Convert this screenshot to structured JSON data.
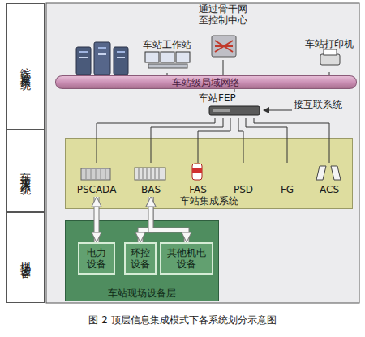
{
  "diagram": {
    "caption": "图 2 顶层信息集成模式下各系统划分示意图",
    "nodes": [
      {
        "text": [
          "综合监控系统"
        ]
      },
      {
        "text": [
          "车站接入系统"
        ]
      },
      {
        "text": [
          "现场设备"
        ]
      },
      {
        "text": [
          "通过骨干网至控制中心"
        ]
      },
      {
        "text": [
          "车站工作站"
        ]
      },
      {
        "text": [
          "车站打印机"
        ]
      },
      {
        "text": [
          "车站级局域网络"
        ]
      },
      {
        "text": [
          "车站FEP"
        ]
      },
      {
        "text": [
          "车站集成系统"
        ]
      },
      {
        "text": [
          "PSCADA"
        ],
        "in": 8
      },
      {
        "text": [
          "BAS"
        ],
        "in": 8
      },
      {
        "text": [
          "FAS"
        ],
        "in": 8
      },
      {
        "text": [
          "PSD"
        ],
        "in": 8
      },
      {
        "text": [
          "FG"
        ],
        "in": 8
      },
      {
        "text": [
          "ACS"
        ],
        "in": 8
      },
      {
        "text": [
          "车站现场设备层"
        ]
      },
      {
        "text": [
          "电力设备"
        ],
        "in": 15
      },
      {
        "text": [
          "环控设备"
        ],
        "in": 15
      },
      {
        "text": [
          "其他机电设备"
        ],
        "in": 15
      }
    ],
    "edges": [
      {
        "from": 3,
        "to": 6,
        "arrow": "none"
      },
      {
        "from": 4,
        "to": 6,
        "arrow": "none"
      },
      {
        "from": 5,
        "to": 6,
        "arrow": "none"
      },
      {
        "from": 6,
        "to": 7,
        "arrow": "none"
      },
      {
        "from": 7,
        "to": 9,
        "arrow": "none"
      },
      {
        "from": 7,
        "to": 10,
        "arrow": "none"
      },
      {
        "from": 7,
        "to": 11,
        "arrow": "none"
      },
      {
        "from": 7,
        "to": 12,
        "arrow": "none"
      },
      {
        "from": 7,
        "to": 13,
        "arrow": "none"
      },
      {
        "from": 7,
        "to": 14,
        "arrow": "none"
      },
      {
        "from": 9,
        "to": 16,
        "arrow": "both"
      },
      {
        "from": 10,
        "to": 17,
        "arrow": "both"
      },
      {
        "from": 10,
        "to": 18,
        "arrow": "both"
      }
    ],
    "labels": [
      "接互联系统"
    ]
  }
}
